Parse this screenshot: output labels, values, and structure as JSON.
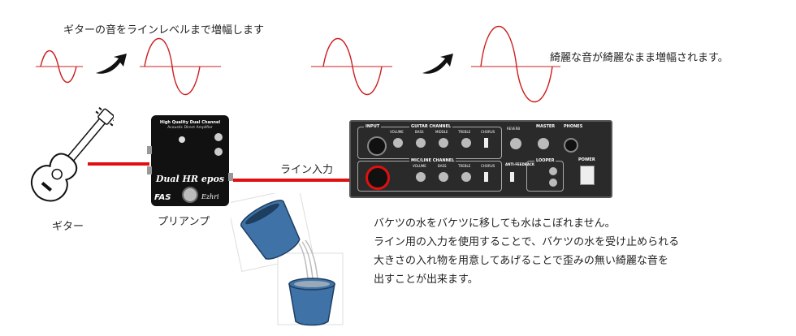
{
  "heading": "ギターの音をラインレベルまで増幅します",
  "clean_note": "綺麗な音が綺麗なまま増幅されます。",
  "labels": {
    "guitar": "ギター",
    "preamp": "プリアンプ",
    "line_in": "ライン入力"
  },
  "explanation": [
    "バケツの水をバケツに移しても水はこぼれません。",
    "ライン用の入力を使用することで、バケツの水を受け止められる",
    "大きさの入れ物を用意してあげることで歪みの無い綺麗な音を",
    "出すことが出来ます。"
  ],
  "pedal": {
    "line1": "High Quality Dual Channel",
    "line2": "Acoustic Direct Amplifier",
    "model": "Dual HR epos",
    "brand": "FAS",
    "script": "Ezhri"
  },
  "amp": {
    "section_labels": [
      "INPUT",
      "GUITAR CHANNEL",
      "MASTER",
      "PHONES",
      "MIC/LINE CHANNEL",
      "ANTI-FEEDBACK",
      "LOOPER",
      "POWER",
      "REVERB"
    ],
    "knob_labels": [
      "VOLUME",
      "BASS",
      "MIDDLE",
      "TREBLE",
      "CHORUS",
      "VOLUME",
      "BASS",
      "TREBLE",
      "CHORUS"
    ]
  },
  "colors": {
    "wave": "#cc1f1f",
    "cable": "#e01010",
    "bucket": "#3f73a8"
  }
}
